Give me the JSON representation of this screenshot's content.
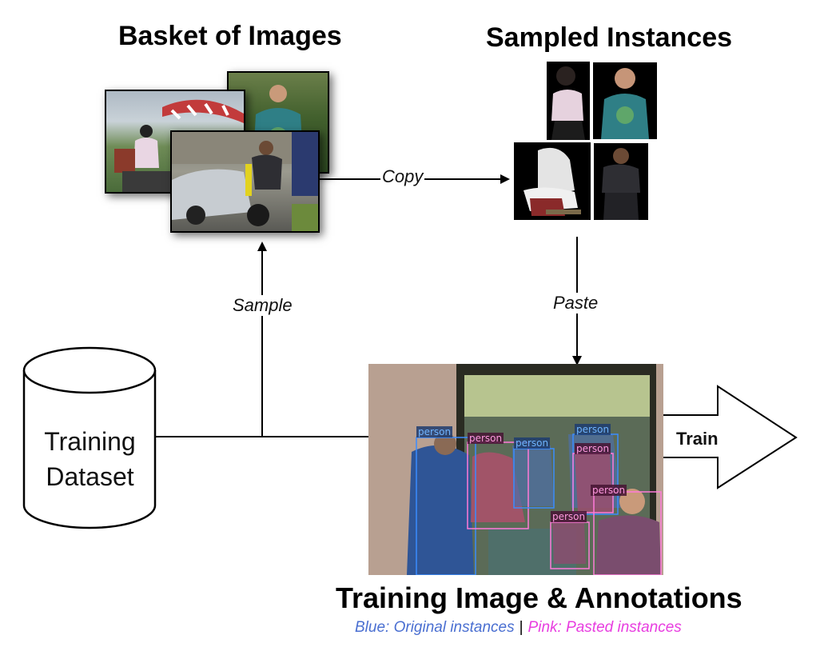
{
  "titles": {
    "basket": "Basket of Images",
    "sampled": "Sampled Instances",
    "training_image": "Training Image & Annotations"
  },
  "nodes": {
    "dataset_line1": "Training",
    "dataset_line2": "Dataset"
  },
  "edges": {
    "copy": "Copy",
    "sample": "Sample",
    "paste": "Paste",
    "train": "Train"
  },
  "legend": {
    "blue": "Blue: Original instances",
    "separator": "|",
    "pink": "Pink: Pasted instances",
    "blue_color": "#4a6fd1",
    "pink_color": "#e83ee0"
  },
  "annotations": {
    "label": "person",
    "box_colors": {
      "original": "#3a8cff",
      "pasted": "#ff7ad9"
    }
  }
}
